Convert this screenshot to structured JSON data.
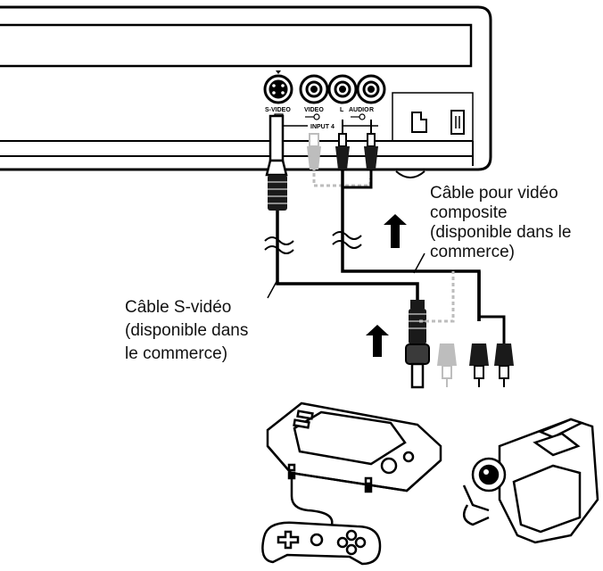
{
  "panel": {
    "svideo_label": "S-VIDEO",
    "video_label": "VIDEO",
    "audio_left_label": "L",
    "audio_label": "AUDIO",
    "audio_right_label": "R",
    "input_label": "INPUT 4"
  },
  "callouts": {
    "composite_cable": [
      "Câble pour vidéo",
      "composite",
      "(disponible dans le",
      "commerce)"
    ],
    "svideo_cable": [
      "Câble S-vidéo",
      "(disponible dans",
      "le commerce)"
    ]
  },
  "devices": {
    "game_console": "game-console",
    "gamepad": "gamepad",
    "camcorder": "camcorder"
  },
  "colors": {
    "line": "#000000",
    "optional_plug": "#bdbdbd",
    "background": "#ffffff"
  }
}
